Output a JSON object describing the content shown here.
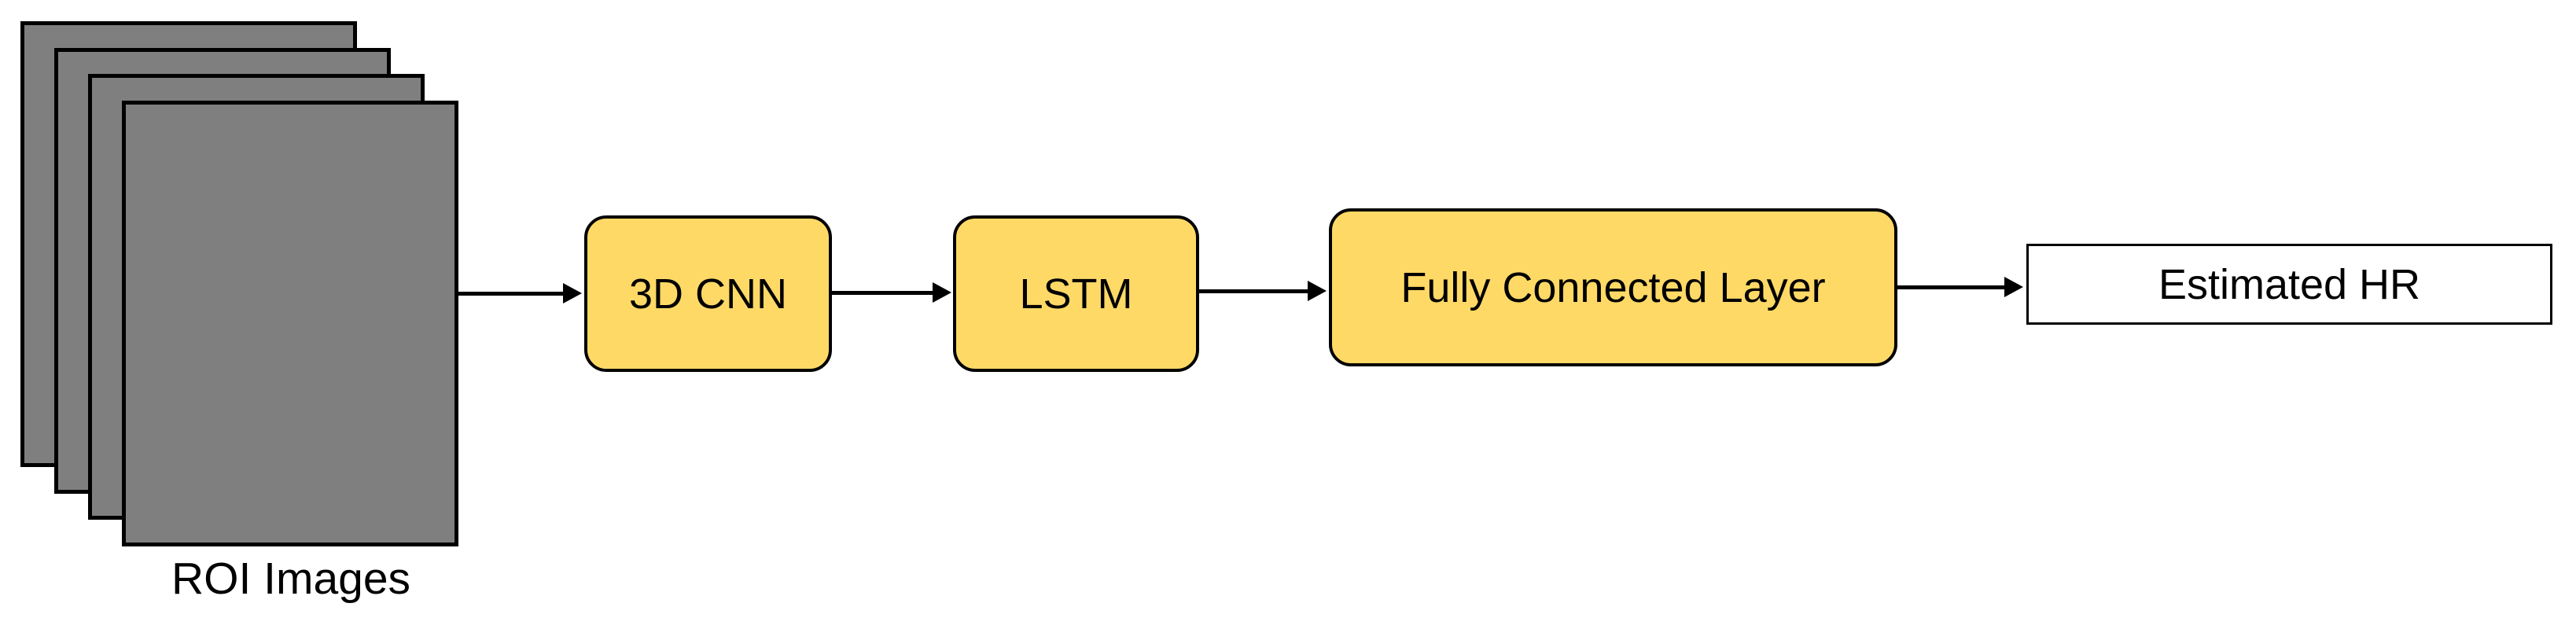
{
  "diagram": {
    "background_color": "#FFFFFF",
    "arrow_color": "#000000",
    "text_color": "#000000",
    "input_stack": {
      "label": "ROI Images",
      "layer_count": 4,
      "fill": "#7F7F7F",
      "border_color": "#000000",
      "shape": "stacked-rectangles"
    },
    "nodes": [
      {
        "id": "3d-cnn",
        "label": "3D CNN",
        "fill": "#FFD966",
        "border_color": "#000000",
        "shape": "rounded-rectangle"
      },
      {
        "id": "lstm",
        "label": "LSTM",
        "fill": "#FFD966",
        "border_color": "#000000",
        "shape": "rounded-rectangle"
      },
      {
        "id": "fully-connected-layer",
        "label": "Fully Connected Layer",
        "fill": "#FFD966",
        "border_color": "#000000",
        "shape": "rounded-rectangle"
      },
      {
        "id": "estimated-hr",
        "label": "Estimated HR",
        "fill": "#FFFFFF",
        "border_color": "#000000",
        "shape": "rectangle"
      }
    ],
    "edges": [
      {
        "from": "roi-images",
        "to": "3d-cnn",
        "style": "solid-arrow"
      },
      {
        "from": "3d-cnn",
        "to": "lstm",
        "style": "solid-arrow"
      },
      {
        "from": "lstm",
        "to": "fully-connected-layer",
        "style": "solid-arrow"
      },
      {
        "from": "fully-connected-layer",
        "to": "estimated-hr",
        "style": "solid-arrow"
      }
    ]
  }
}
